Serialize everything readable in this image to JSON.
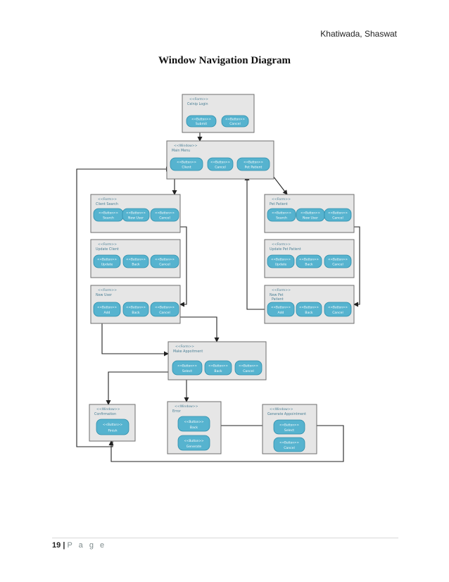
{
  "header": {
    "author": "Khatiwada, Shaswat",
    "title": "Window Navigation Diagram"
  },
  "footer": {
    "page_number": "19",
    "separator": "|",
    "page_word": "P a g e"
  },
  "diagram": {
    "nodes": [
      {
        "id": "login",
        "stereotype": "<<Form>>",
        "name": "Celnip Login",
        "buttons": [
          {
            "stereotype": "<<Button>>",
            "label": "Submit"
          },
          {
            "stereotype": "<<Button>>",
            "label": "Cancel"
          }
        ]
      },
      {
        "id": "mainmenu",
        "stereotype": "<<Window>>",
        "name": "Main Menu",
        "buttons": [
          {
            "stereotype": "<<Button>>",
            "label": "Client"
          },
          {
            "stereotype": "<<Button>>",
            "label": "Cancel"
          },
          {
            "stereotype": "<<Button>>",
            "label": "Pet Patient"
          }
        ]
      },
      {
        "id": "clientsearch",
        "stereotype": "<<Form>>",
        "name": "Client Search",
        "buttons": [
          {
            "stereotype": "<<Button>>",
            "label": "Search"
          },
          {
            "stereotype": "<<Button>>",
            "label": "New User"
          },
          {
            "stereotype": "<<Button>>",
            "label": "Cancel"
          }
        ]
      },
      {
        "id": "petpatient",
        "stereotype": "<<Form>>",
        "name": "Pet Patient",
        "buttons": [
          {
            "stereotype": "<<Button>>",
            "label": "Search"
          },
          {
            "stereotype": "<<Button>>",
            "label": "New User"
          },
          {
            "stereotype": "<<Button>>",
            "label": "Cancel"
          }
        ]
      },
      {
        "id": "updateclient",
        "stereotype": "<<Form>>",
        "name": "Update Client",
        "buttons": [
          {
            "stereotype": "<<Button>>",
            "label": "Update"
          },
          {
            "stereotype": "<<Button>>",
            "label": "Back"
          },
          {
            "stereotype": "<<Button>>",
            "label": "Cancel"
          }
        ]
      },
      {
        "id": "updatepet",
        "stereotype": "<<Form>>",
        "name": "Update Pet Patient",
        "buttons": [
          {
            "stereotype": "<<Button>>",
            "label": "Update"
          },
          {
            "stereotype": "<<Button>>",
            "label": "Back"
          },
          {
            "stereotype": "<<Button>>",
            "label": "Cancel"
          }
        ]
      },
      {
        "id": "newuser",
        "stereotype": "<<Form>>",
        "name": "New User",
        "buttons": [
          {
            "stereotype": "<<Button>>",
            "label": "Add"
          },
          {
            "stereotype": "<<Button>>",
            "label": "Back"
          },
          {
            "stereotype": "<<Button>>",
            "label": "Cancel"
          }
        ]
      },
      {
        "id": "newpet",
        "stereotype": "<<Form>>",
        "name": "New Pet\nPatient",
        "buttons": [
          {
            "stereotype": "<<Button>>",
            "label": "Add"
          },
          {
            "stereotype": "<<Button>>",
            "label": "Back"
          },
          {
            "stereotype": "<<Button>>",
            "label": "Cancel"
          }
        ]
      },
      {
        "id": "makeappt",
        "stereotype": "<<Form>>",
        "name": "Make Appoitment",
        "buttons": [
          {
            "stereotype": "<<Button>>",
            "label": "Select"
          },
          {
            "stereotype": "<<Button>>",
            "label": "Back"
          },
          {
            "stereotype": "<<Button>>",
            "label": "Cancel"
          }
        ]
      },
      {
        "id": "confirmation",
        "stereotype": "<<Window>>",
        "name": "Confirmation",
        "buttons": [
          {
            "stereotype": "<<Button>>",
            "label": "Finish"
          }
        ]
      },
      {
        "id": "error",
        "stereotype": "<<Window>>",
        "name": "Error",
        "buttons": [
          {
            "stereotype": "<<Button>>",
            "label": "Back"
          },
          {
            "stereotype": "<<Button>>",
            "label": "Generate"
          }
        ]
      },
      {
        "id": "genappt",
        "stereotype": "<<Window>>",
        "name": "Generate Appointment",
        "buttons": [
          {
            "stereotype": "<<Button>>",
            "label": "Select"
          },
          {
            "stereotype": "<<Button>>",
            "label": "Cancel"
          }
        ]
      }
    ],
    "edges": [
      {
        "from": "login.Submit",
        "to": "mainmenu"
      },
      {
        "from": "mainmenu.Client",
        "to": "clientsearch"
      },
      {
        "from": "mainmenu.Pet Patient",
        "to": "petpatient"
      },
      {
        "from": "clientsearch.New User",
        "to": "newuser.Cancel"
      },
      {
        "from": "petpatient.New User",
        "to": "newpet.Cancel"
      },
      {
        "from": "newuser.Cancel",
        "to": "makeappt"
      },
      {
        "from": "newuser.Add",
        "to": "makeappt"
      },
      {
        "from": "newpet.Add",
        "to": "mainmenu.Pet Patient"
      },
      {
        "from": "makeappt.Select",
        "to": "confirmation"
      },
      {
        "from": "makeappt.Select",
        "to": "error"
      },
      {
        "from": "confirmation.Finish",
        "to": "mainmenu.Client"
      },
      {
        "from": "error.Generate",
        "to": "genappt.Select"
      },
      {
        "from": "genappt.Select",
        "to": "confirmation"
      }
    ]
  }
}
